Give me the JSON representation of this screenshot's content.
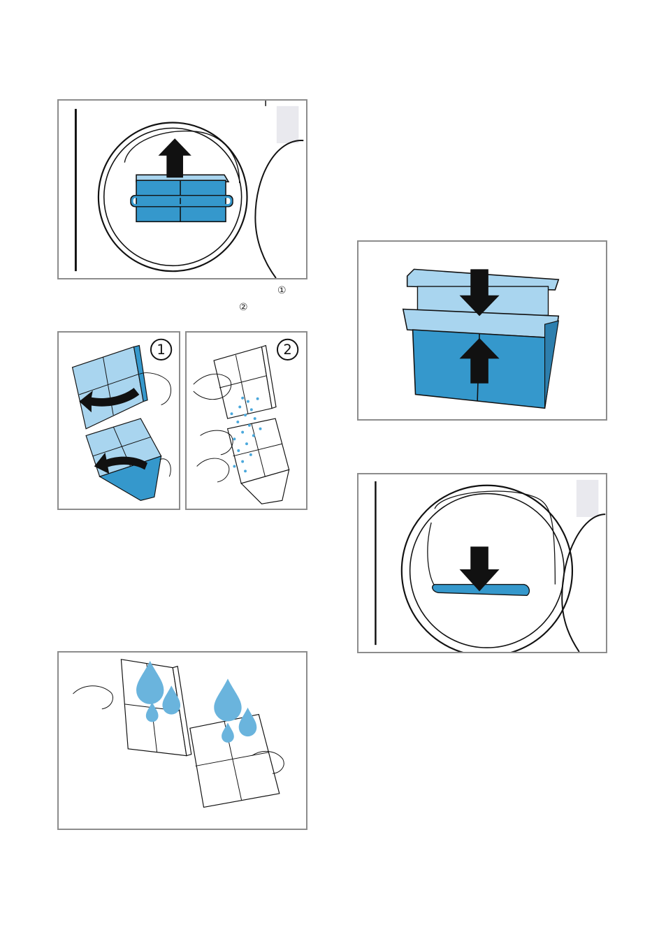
{
  "step_markers": {
    "marker_1": "①",
    "marker_2": "②"
  },
  "panel_badges": {
    "badge_1": "1",
    "badge_2": "2"
  },
  "colors": {
    "filter_blue": "#3598cc",
    "filter_light_blue": "#a9d5ef",
    "water_drop": "#6ab4dd",
    "lint_speck": "#4aa8dc",
    "arrow": "#111111",
    "frame_border": "#8c8c8c",
    "machine_panel": "#e9e9ee"
  },
  "icons": {
    "arrow_up": "arrow-up-icon",
    "arrow_down": "arrow-down-icon",
    "curved_arrow": "curved-arrow-icon",
    "water_drop": "water-drop-icon"
  }
}
